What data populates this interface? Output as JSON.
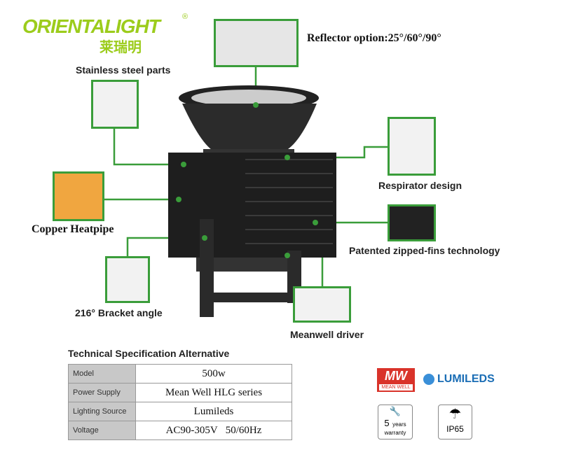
{
  "brand": {
    "name": "ORIENTALIGHT",
    "chinese_name": "莱瑞明",
    "registered": "®"
  },
  "callouts": {
    "reflector": "Reflector option:25°/60°/90°",
    "stainless": "Stainless steel parts",
    "respirator": "Respirator design",
    "heatpipe": "Copper Heatpipe",
    "fins": "Patented zipped-fins technology",
    "bracket": "216° Bracket angle",
    "driver": "Meanwell driver"
  },
  "spec": {
    "title": "Technical Specification Alternative",
    "rows": [
      {
        "key": "Model",
        "value": "500w"
      },
      {
        "key": "Power Supply",
        "value": "Mean Well HLG series"
      },
      {
        "key": "Lighting Source",
        "value": "Lumileds"
      },
      {
        "key": "Voltage",
        "value": "AC90-305V   50/60Hz"
      }
    ]
  },
  "badges": {
    "meanwell_logo": "MW",
    "meanwell_text": "MEAN WELL",
    "lumileds": "LUMILEDS",
    "warranty_num": "5",
    "warranty_years": "years",
    "warranty_word": "warranty",
    "ip": "IP65"
  },
  "colors": {
    "green": "#3a9d3a",
    "brand": "#9ccc1c",
    "lumileds": "#1a6db5",
    "meanwell": "#d9332a"
  }
}
